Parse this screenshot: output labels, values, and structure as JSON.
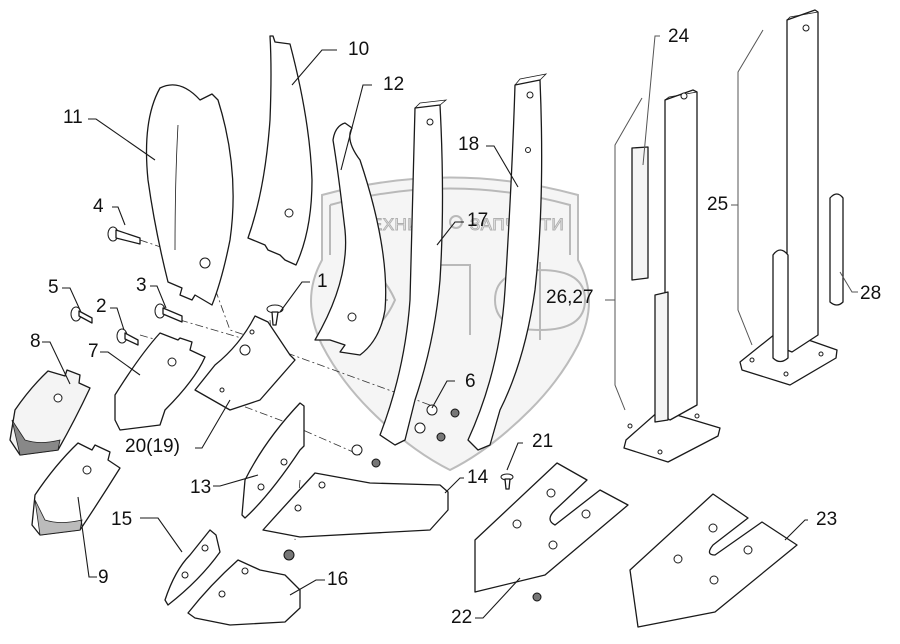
{
  "diagram": {
    "type": "exploded parts diagram",
    "watermark": {
      "top_text_left": "ТЕХНИКА",
      "top_text_right": "ЗАПЧАСТИ",
      "logo_letters": "ЭПФ"
    },
    "callouts": [
      {
        "id": "1",
        "text": "1"
      },
      {
        "id": "2",
        "text": "2"
      },
      {
        "id": "3",
        "text": "3"
      },
      {
        "id": "4",
        "text": "4"
      },
      {
        "id": "5",
        "text": "5"
      },
      {
        "id": "6",
        "text": "6"
      },
      {
        "id": "7",
        "text": "7"
      },
      {
        "id": "8",
        "text": "8"
      },
      {
        "id": "9",
        "text": "9"
      },
      {
        "id": "10",
        "text": "10"
      },
      {
        "id": "11",
        "text": "11"
      },
      {
        "id": "12",
        "text": "12"
      },
      {
        "id": "13",
        "text": "13"
      },
      {
        "id": "14",
        "text": "14"
      },
      {
        "id": "15",
        "text": "15"
      },
      {
        "id": "16",
        "text": "16"
      },
      {
        "id": "17",
        "text": "17"
      },
      {
        "id": "18",
        "text": "18"
      },
      {
        "id": "20",
        "text": "20(19)"
      },
      {
        "id": "21",
        "text": "21"
      },
      {
        "id": "22",
        "text": "22"
      },
      {
        "id": "23",
        "text": "23"
      },
      {
        "id": "24",
        "text": "24"
      },
      {
        "id": "25",
        "text": "25"
      },
      {
        "id": "26",
        "text": "26,27"
      },
      {
        "id": "28",
        "text": "28"
      }
    ]
  }
}
